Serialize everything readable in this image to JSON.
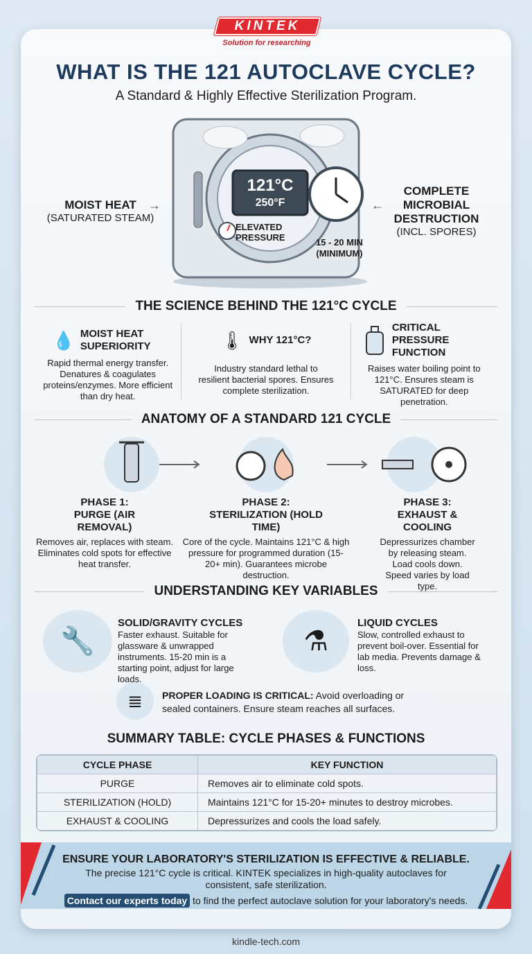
{
  "brand": {
    "logo": "KINTEK",
    "tagline": "Solution for researching",
    "accent": "#e02a2f",
    "navy": "#1d3a5c"
  },
  "header": {
    "title": "WHAT IS THE 121 AUTOCLAVE CYCLE?",
    "subtitle": "A Standard & Highly Effective Sterilization Program."
  },
  "hero": {
    "left_label": "MOIST HEAT",
    "left_sub": "(SATURATED STEAM)",
    "display_c": "121°C",
    "display_f": "250°F",
    "gauge_label": "ELEVATED PRESSURE",
    "timer_label": "15 - 20 MIN",
    "timer_sub": "(MINIMUM)",
    "right_label": "COMPLETE MICROBIAL DESTRUCTION",
    "right_sub": "(INCL. SPORES)"
  },
  "science": {
    "heading": "THE SCIENCE BEHIND THE 121°C CYCLE",
    "items": [
      {
        "icon": "water-drops-icon",
        "title": "MOIST HEAT SUPERIORITY",
        "text": "Rapid thermal energy transfer. Denatures & coagulates proteins/enzymes. More efficient than dry heat."
      },
      {
        "icon": "thermometer-icon",
        "title": "WHY 121°C?",
        "text": "Industry standard lethal to resilient bacterial spores. Ensures complete sterilization."
      },
      {
        "icon": "pressure-vessel-icon",
        "title": "CRITICAL PRESSURE FUNCTION",
        "text": "Raises water boiling point to 121°C. Ensures steam is SATURATED for deep penetration."
      }
    ]
  },
  "anatomy": {
    "heading": "ANATOMY OF A STANDARD 121 CYCLE",
    "phases": [
      {
        "icon": "pump-icon",
        "title": "PHASE 1: PURGE (AIR REMOVAL)",
        "text": "Removes air, replaces with steam. Eliminates cold spots for effective heat transfer."
      },
      {
        "icon": "stopwatch-flame-icon",
        "title": "PHASE 2: STERILIZATION (HOLD TIME)",
        "text": "Core of the cycle. Maintains 121°C & high pressure for programmed duration (15-20+ min). Guarantees microbe destruction."
      },
      {
        "icon": "valve-fan-icon",
        "title": "PHASE 3: EXHAUST & COOLING",
        "text": "Depressurizes chamber by releasing steam. Load cools down. Speed varies by load type."
      }
    ]
  },
  "variables": {
    "heading": "UNDERSTANDING KEY VARIABLES",
    "items": [
      {
        "icon": "tools-glassware-icon",
        "title": "SOLID/GRAVITY CYCLES",
        "text": "Faster exhaust. Suitable for glassware & unwrapped instruments. 15-20 min is a starting point, adjust for large loads."
      },
      {
        "icon": "liquid-bottles-icon",
        "title": "LIQUID CYCLES",
        "text": "Slow, controlled exhaust to prevent boil-over. Essential for lab media. Prevents damage & loss."
      }
    ],
    "loading_bold": "PROPER LOADING IS CRITICAL:",
    "loading_text": " Avoid overloading or sealed containers. Ensure steam reaches all surfaces."
  },
  "summary": {
    "heading": "SUMMARY TABLE: CYCLE PHASES & FUNCTIONS",
    "columns": [
      "CYCLE PHASE",
      "KEY FUNCTION"
    ],
    "rows": [
      [
        "PURGE",
        "Removes air to eliminate cold spots."
      ],
      [
        "STERILIZATION (HOLD)",
        "Maintains 121°C for 15-20+ minutes to destroy microbes."
      ],
      [
        "EXHAUST & COOLING",
        "Depressurizes and cools the load safely."
      ]
    ]
  },
  "banner": {
    "headline": "ENSURE YOUR LABORATORY'S STERILIZATION IS EFFECTIVE & RELIABLE.",
    "text": "The precise 121°C cycle is critical. KINTEK specializes in high-quality autoclaves for consistent, safe sterilization.",
    "cta": "Contact our experts today",
    "cta_rest": " to find the perfect autoclave solution for your laboratory's needs."
  },
  "footer": {
    "url": "kindle-tech.com"
  }
}
